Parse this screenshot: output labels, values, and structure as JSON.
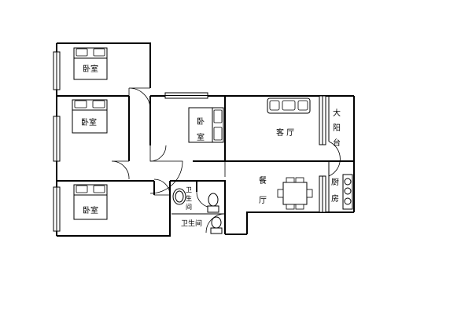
{
  "plan": {
    "rooms": {
      "bedroom_top_left": "卧室",
      "bedroom_mid_left": "卧室",
      "bedroom_bottom_left": "卧室",
      "bedroom_center_top": "卧",
      "bedroom_center_bottom": "室",
      "living_room": "客 厅",
      "balcony_1": "大",
      "balcony_2": "阳",
      "balcony_3": "台",
      "dining_1": "餐",
      "dining_2": "厅",
      "kitchen_1": "厨",
      "kitchen_2": "房",
      "bath_small_1": "卫",
      "bath_small_2": "生",
      "bath_small_3": "间",
      "bath_main": "卫生间"
    }
  }
}
